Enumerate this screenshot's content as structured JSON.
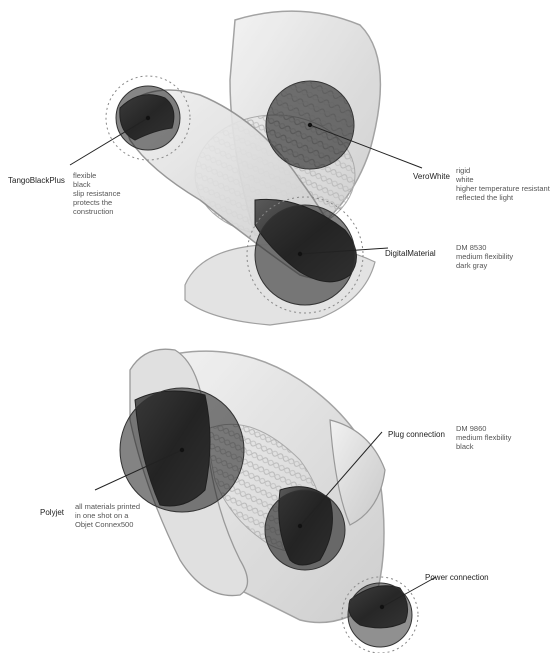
{
  "colors": {
    "shell_fill": "#e6e6e6",
    "shell_stroke": "#9a9a9a",
    "rubber_dark": "#3b3b3b",
    "lens_fill": "#2a2a2a",
    "leader_line": "#222222",
    "mesh": "#bdbdbd"
  },
  "top_diagram": {
    "callouts": [
      {
        "name": "TangoBlackPlus",
        "description": [
          "flexible",
          "black",
          "slip resistance",
          "protects the",
          "construction"
        ]
      },
      {
        "name": "VeroWhite",
        "description": [
          "rigid",
          "white",
          "higher temperature resistant",
          "reflected the light"
        ]
      },
      {
        "name": "DigitalMaterial",
        "description": [
          "DM 8530",
          "medium flexibility",
          "dark gray"
        ]
      }
    ]
  },
  "bottom_diagram": {
    "callouts": [
      {
        "name": "Plug connection",
        "description": [
          "DM 9860",
          "medium flexbility",
          "black"
        ]
      },
      {
        "name": "Polyjet",
        "description": [
          "all materials printed",
          "in one shot on a",
          "Objet Connex500"
        ]
      },
      {
        "name": "Power connection",
        "description": []
      }
    ]
  }
}
